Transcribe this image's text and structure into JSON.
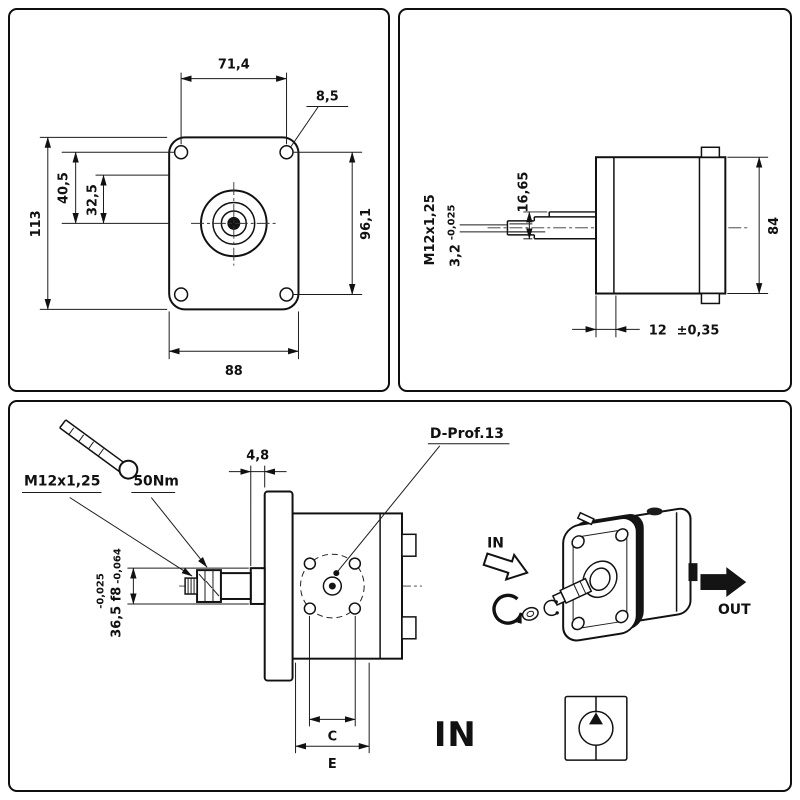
{
  "title": "hydraulic gear pump technical drawing",
  "front_view": {
    "dim_top_width": "71,4",
    "dim_hole_dia": "8,5",
    "dim_left_outer": "40,5",
    "dim_left_inner": "32,5",
    "dim_total_height": "113",
    "dim_hole_spacing": "96,1",
    "dim_bottom_width": "88"
  },
  "side_view": {
    "dim_key_height": "16,65",
    "label_thread": "M12x1,25",
    "dim_key_width": "3,2",
    "dim_key_tol": "-0,025",
    "dim_body_height": "84",
    "dim_flange_depth": "12",
    "dim_flange_depth_tol": "±0,35"
  },
  "detail_view": {
    "dim_spacer": "4,8",
    "label_profile": "D-Prof.13",
    "label_thread": "M12x1,25",
    "label_torque": "50Nm",
    "dim_shaft_tol_upper": "-0,025",
    "dim_shaft_main": "36,5 f8",
    "dim_shaft_tol_lower": "-0,064",
    "dim_c": "C",
    "dim_e": "E",
    "label_in": "IN",
    "label_out": "OUT",
    "label_in_port": "IN"
  }
}
